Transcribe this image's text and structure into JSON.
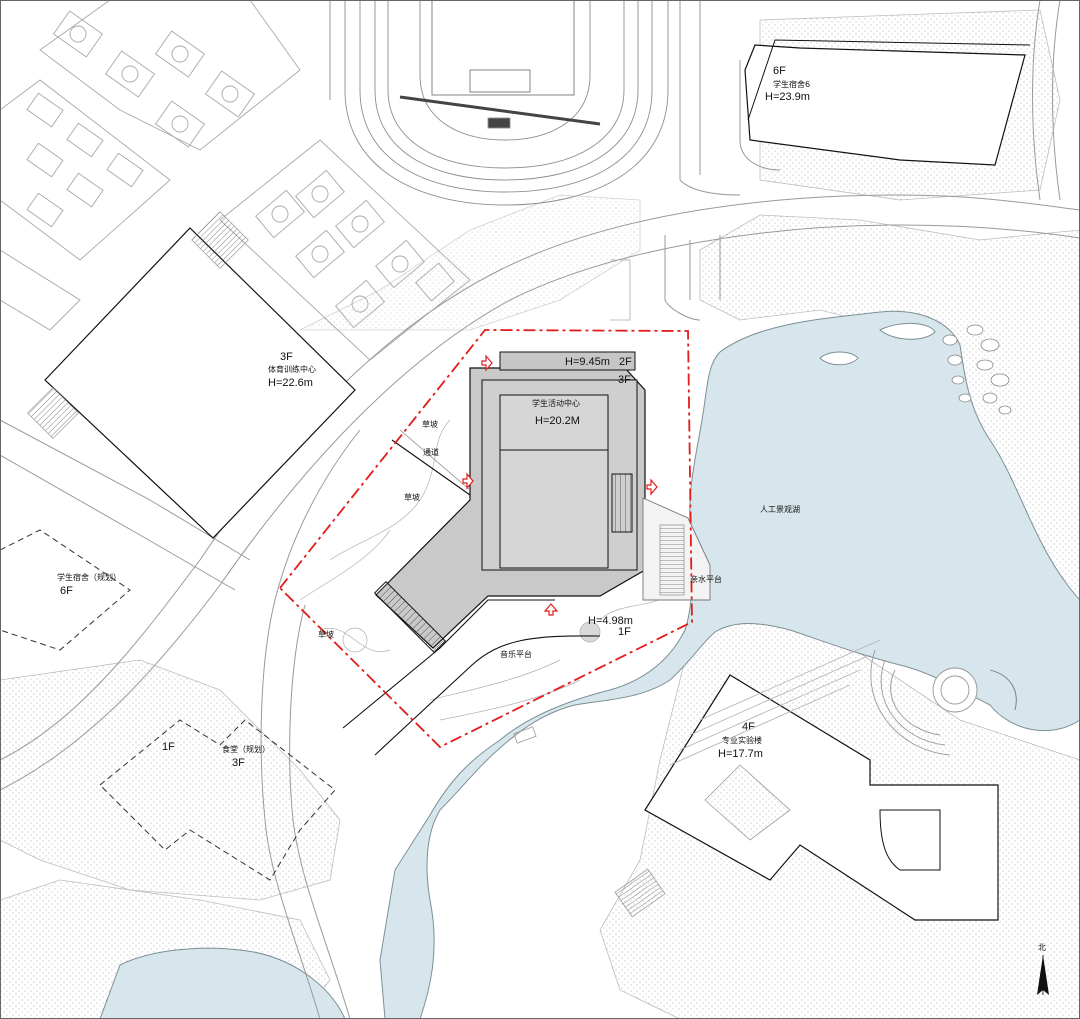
{
  "colors": {
    "water": "#d6e6ec",
    "building_fill": "#d2d2d2",
    "building_dark": "#b9b9b9",
    "redline": "#e21b1b",
    "line": "#9a9a9a",
    "stroke": "#111111"
  },
  "buildings": {
    "sports_training": {
      "floors": "3F",
      "name": "体育训练中心",
      "height": "H=22.6m"
    },
    "dorm6": {
      "floors": "6F",
      "name": "学生宿舍6",
      "height": "H=23.9m"
    },
    "dorm_planned": {
      "name": "学生宿舍（规划）",
      "floors": "6F"
    },
    "student_activity": {
      "name": "学生活动中心",
      "height": "H=20.2M",
      "top_height": "H=9.45m",
      "top_floors": "2F",
      "floors": "3F",
      "wing_height": "H=4.98m",
      "wing_floors": "1F"
    },
    "canteen": {
      "ground": "1F",
      "name": "食堂（规划）",
      "floors": "3F"
    },
    "lab": {
      "floors": "4F",
      "name": "专业实验楼",
      "height": "H=17.7m"
    }
  },
  "site_labels": {
    "lawn_1": "草坡",
    "lawn_2": "草坡",
    "lawn_3": "草坡",
    "path": "通道",
    "music_platform": "音乐平台",
    "waterside_platform": "亲水平台",
    "lake": "人工景观湖"
  },
  "north": {
    "label": "北",
    "icon": "north-arrow-icon"
  }
}
